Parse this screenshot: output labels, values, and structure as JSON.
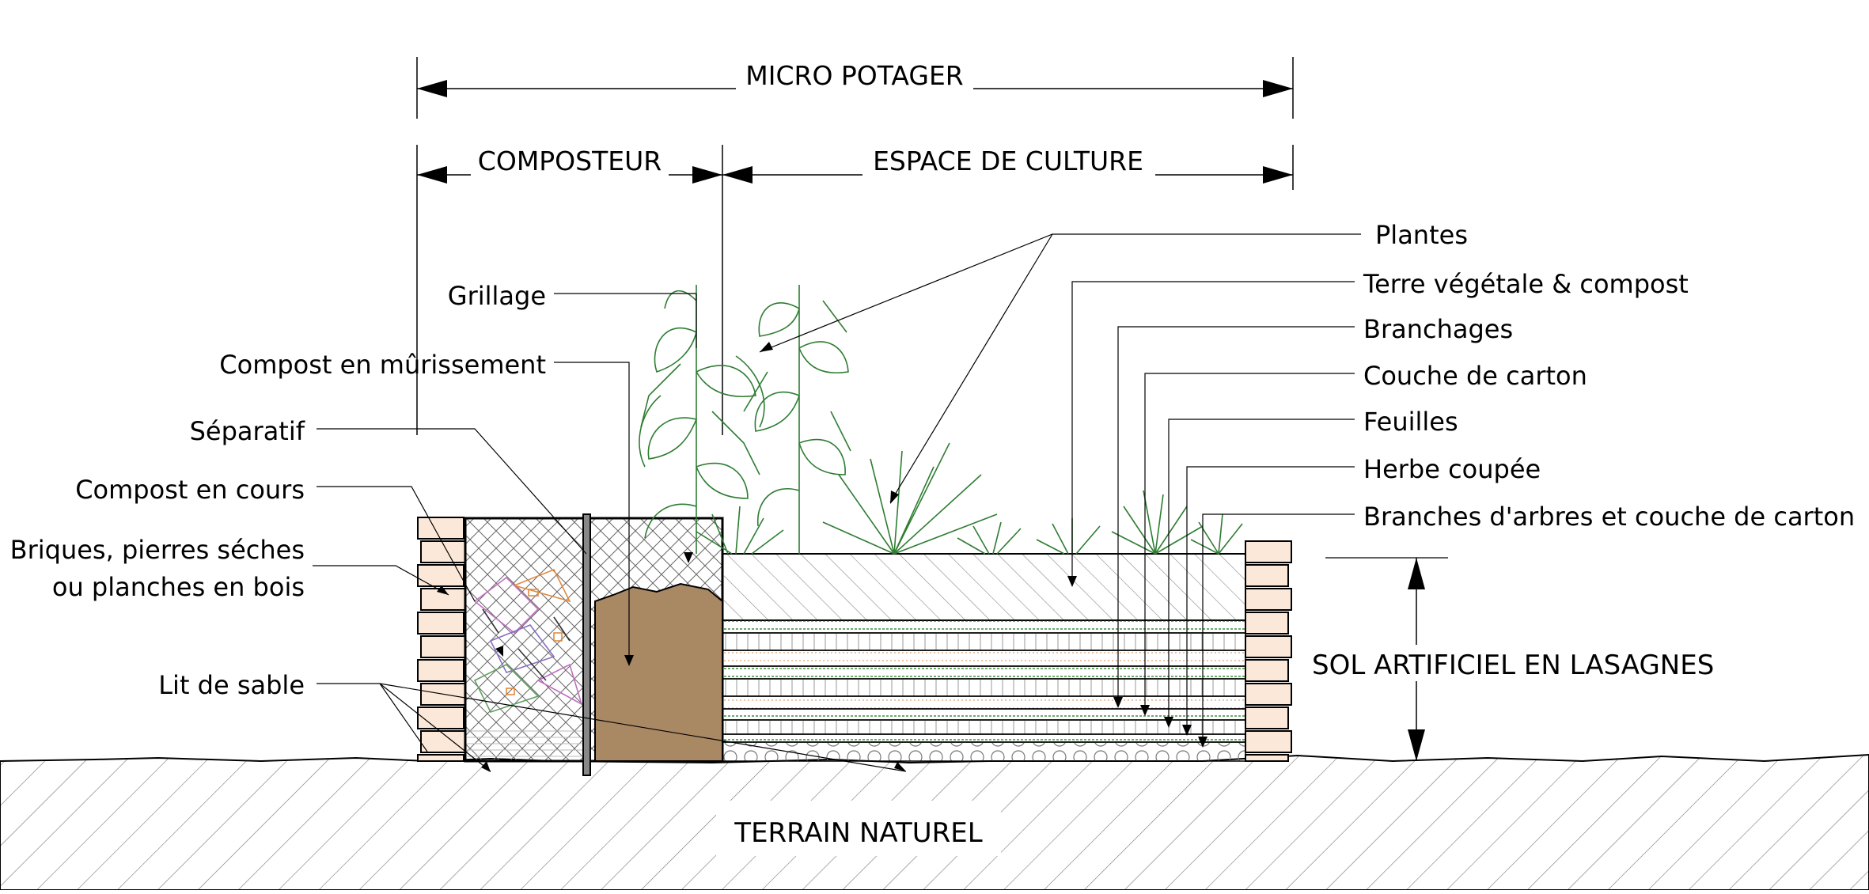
{
  "diagram": {
    "title": "MICRO POTAGER",
    "sections": {
      "composter": "COMPOSTEUR",
      "culture_space": "ESPACE DE CULTURE"
    },
    "left_labels": {
      "grillage": "Grillage",
      "compost_maturing": "Compost en mûrissement",
      "separator": "Séparatif",
      "compost_active": "Compost en cours",
      "bricks_line1": "Briques, pierres séches",
      "bricks_line2": "ou planches en bois",
      "sand_bed": "Lit de sable"
    },
    "right_labels": {
      "plants": "Plantes",
      "topsoil": "Terre végétale & compost",
      "twigs": "Branchages",
      "cardboard": "Couche de carton",
      "leaves": "Feuilles",
      "grass": "Herbe coupée",
      "branches": "Branches d'arbres et couche de carton"
    },
    "soil_label": "SOL ARTIFICIEL EN LASAGNES",
    "ground_label": "TERRAIN NATUREL"
  },
  "colors": {
    "plant_green": "#2e7d32",
    "compost_brown": "#a98864",
    "brick_fill": "#fce8d8",
    "line_dark": "#000000"
  }
}
